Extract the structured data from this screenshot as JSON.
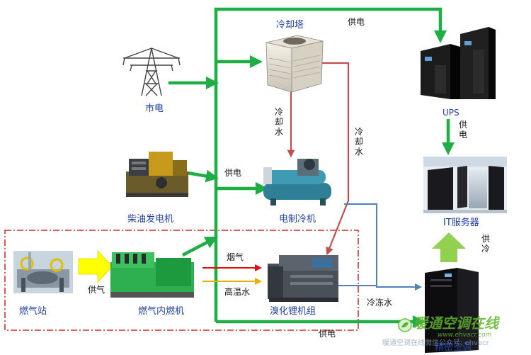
{
  "nodes": {
    "city_power": "市电",
    "cooling_tower": "冷却塔",
    "diesel_generator": "柴油发电机",
    "electric_chiller": "电制冷机",
    "gas_station": "燃气站",
    "gas_engine": "燃气内燃机",
    "libr_unit": "溴化锂机组",
    "ups": "UPS",
    "it_servers": "IT服务器",
    "precision_ac": "精密空调"
  },
  "edges": {
    "supply_power_top": "供电",
    "supply_power_ups": [
      "供",
      "电"
    ],
    "supply_power_diesel": "供电",
    "supply_power_bottom": "供电",
    "cooling_water_a": [
      "冷",
      "却",
      "水"
    ],
    "cooling_water_b": [
      "冷",
      "却",
      "水"
    ],
    "supply_gas": "供气",
    "flue_gas": "烟气",
    "hot_water": "高温水",
    "chilled_water": "冷冻水",
    "supply_cooling": [
      "供",
      "冷"
    ]
  },
  "watermark": {
    "brand": "暖通空调在线",
    "url": "www.ehvacr.com",
    "tagline": "暖通空调在线微信公众号: ehvacr"
  },
  "colors": {
    "power_line": "#1fae45",
    "cooling_water": "#c0504d",
    "chilled_water": "#4f81bd",
    "flue_gas": "#e01010",
    "hot_water": "#e8b000",
    "gas_arrow": "#ffff00",
    "cooling_supply_arrow": "#92d050",
    "boundary": "#d00000",
    "label_blue": "#1f3fa6"
  }
}
